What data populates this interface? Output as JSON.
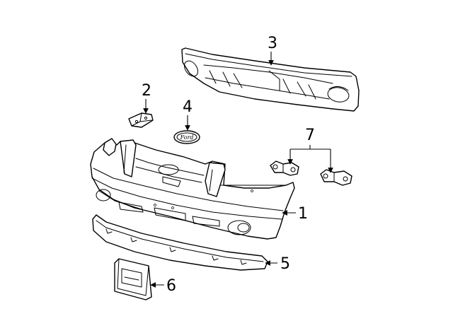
{
  "diagram": {
    "callouts": [
      {
        "id": "1",
        "label": "1"
      },
      {
        "id": "2",
        "label": "2"
      },
      {
        "id": "3",
        "label": "3"
      },
      {
        "id": "4",
        "label": "4"
      },
      {
        "id": "5",
        "label": "5"
      },
      {
        "id": "6",
        "label": "6"
      },
      {
        "id": "7",
        "label": "7"
      }
    ],
    "emblem_text": "Ford"
  }
}
